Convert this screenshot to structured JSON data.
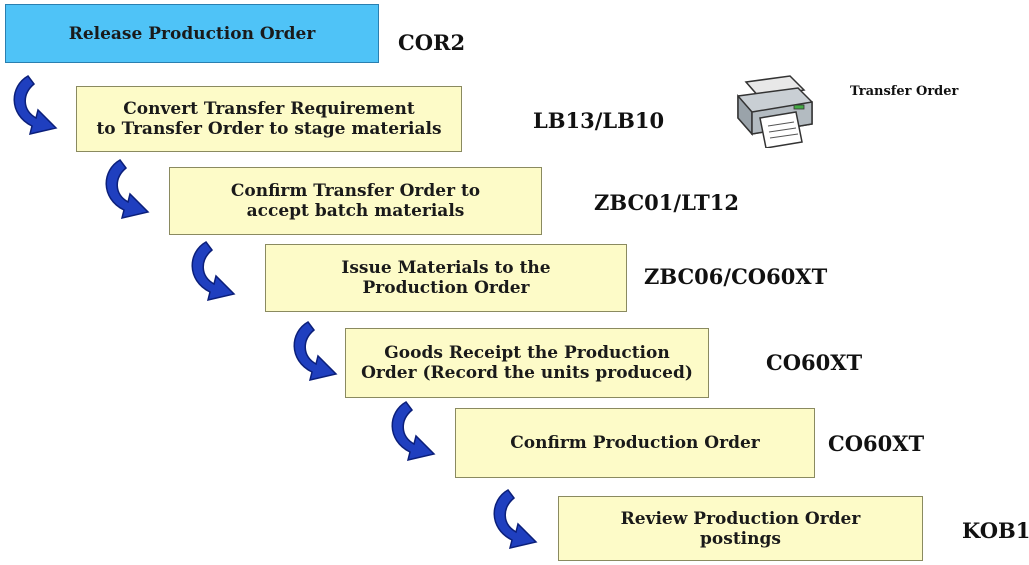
{
  "steps": [
    {
      "text": "Release Production Order",
      "code": "COR2"
    },
    {
      "text": "Convert Transfer  Requirement\nto Transfer Order to stage materials",
      "code": "LB13/LB10"
    },
    {
      "text": "Confirm Transfer Order to\naccept batch materials",
      "code": "ZBC01/LT12"
    },
    {
      "text": "Issue Materials to the\nProduction Order",
      "code": "ZBC06/CO60XT"
    },
    {
      "text": "Goods Receipt the Production\nOrder (Record the units produced)",
      "code": "CO60XT"
    },
    {
      "text": "Confirm Production Order",
      "code": "CO60XT"
    },
    {
      "text": "Review Production Order\npostings",
      "code": "KOB1"
    }
  ],
  "printer": {
    "icon": "printer-icon",
    "label": "Transfer Order"
  },
  "colors": {
    "first_box": "#4fc3f7",
    "box": "#fdfbc8",
    "arrow": "#1f3fbf"
  }
}
